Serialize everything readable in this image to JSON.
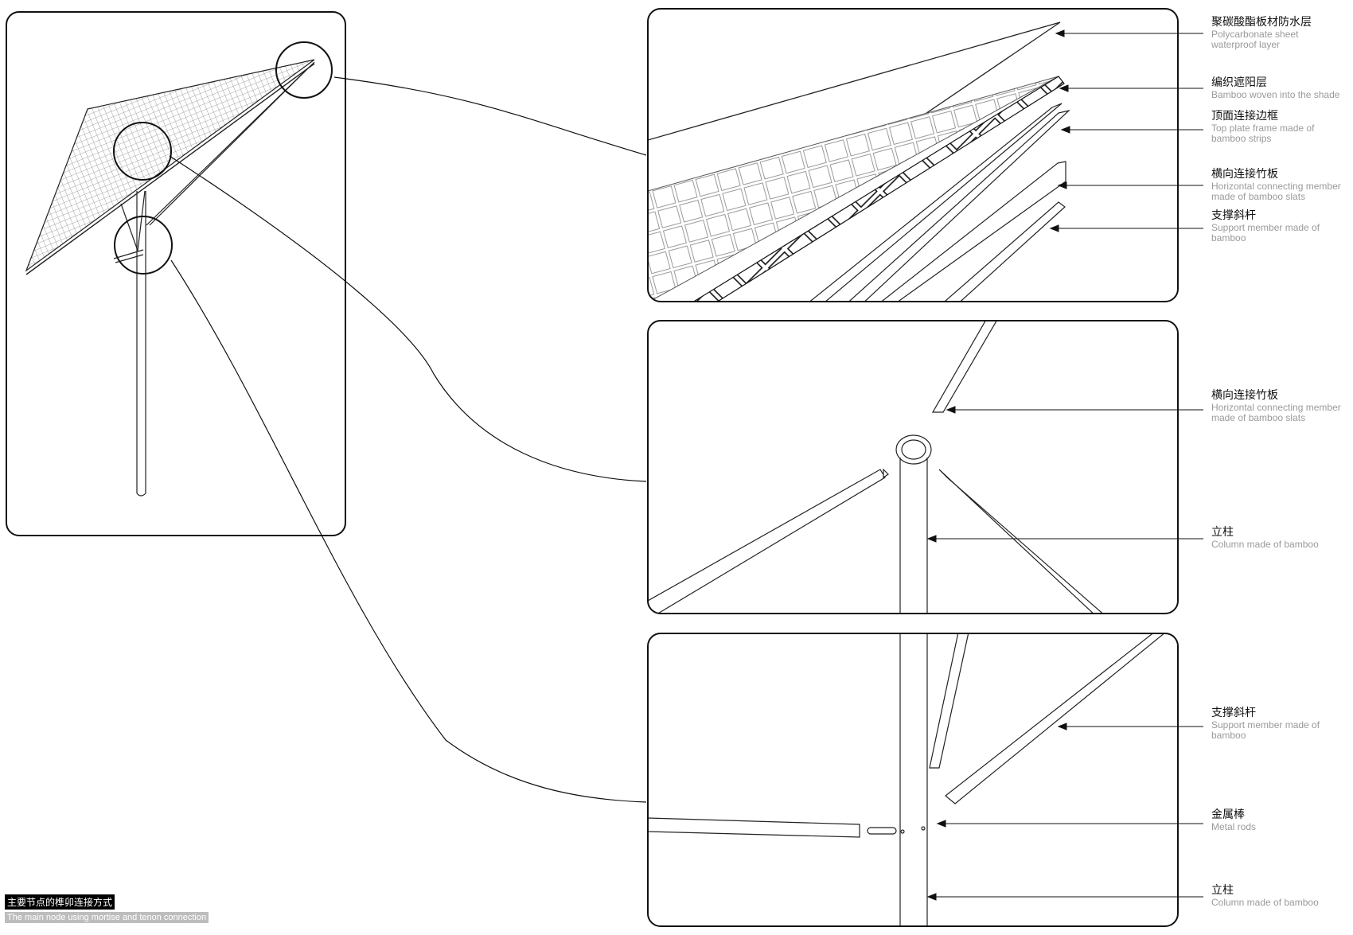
{
  "callouts": {
    "c1": {
      "zh": "聚碳酸酯板材防水层",
      "en1": "Polycarbonate sheet",
      "en2": "waterproof layer"
    },
    "c2": {
      "zh": "编织遮阳层",
      "en1": "Bamboo woven into the shade",
      "en2": ""
    },
    "c3": {
      "zh": "顶面连接边框",
      "en1": "Top plate frame made of",
      "en2": "bamboo strips"
    },
    "c4": {
      "zh": "横向连接竹板",
      "en1": "Horizontal connecting member",
      "en2": "made of bamboo slats"
    },
    "c5": {
      "zh": "支撑斜杆",
      "en1": "Support member made of",
      "en2": "bamboo"
    },
    "c6": {
      "zh": "横向连接竹板",
      "en1": "Horizontal connecting member",
      "en2": "made of bamboo slats"
    },
    "c7": {
      "zh": "立柱",
      "en1": "Column made of bamboo",
      "en2": ""
    },
    "c8": {
      "zh": "支撑斜杆",
      "en1": "Support member made of",
      "en2": "bamboo"
    },
    "c9": {
      "zh": "金属棒",
      "en1": "Metal rods",
      "en2": ""
    },
    "c10": {
      "zh": "立柱",
      "en1": "Column made of bamboo",
      "en2": ""
    }
  },
  "caption": {
    "zh": "主要节点的榫卯连接方式",
    "en": "The main node using mortise and tenon connection"
  }
}
